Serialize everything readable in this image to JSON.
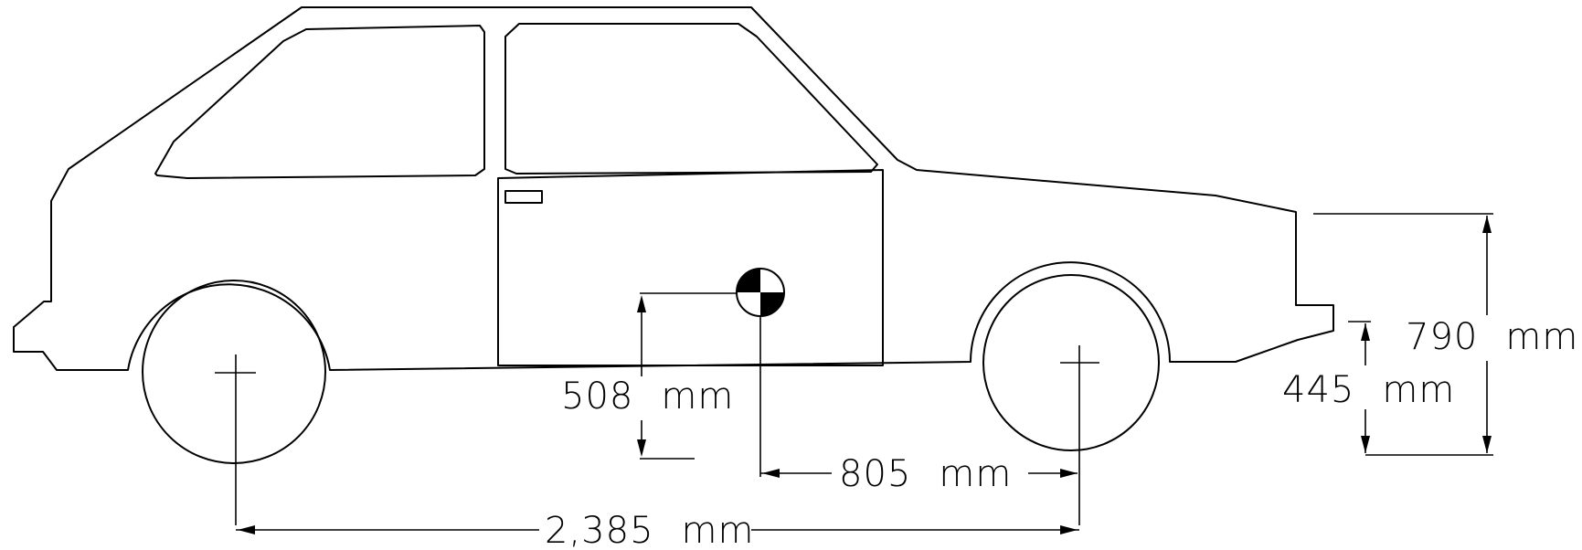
{
  "diagram": {
    "dimensions": {
      "cg_height": {
        "value": "508",
        "unit": "mm"
      },
      "cg_to_rear_axle": {
        "value": "805",
        "unit": "mm"
      },
      "wheelbase": {
        "value": "2,385",
        "unit": "mm"
      },
      "rear_bumper_height": {
        "value": "445",
        "unit": "mm"
      },
      "rear_deck_height": {
        "value": "790",
        "unit": "mm"
      }
    },
    "colors": {
      "line": "#000000",
      "background": "#ffffff"
    }
  }
}
